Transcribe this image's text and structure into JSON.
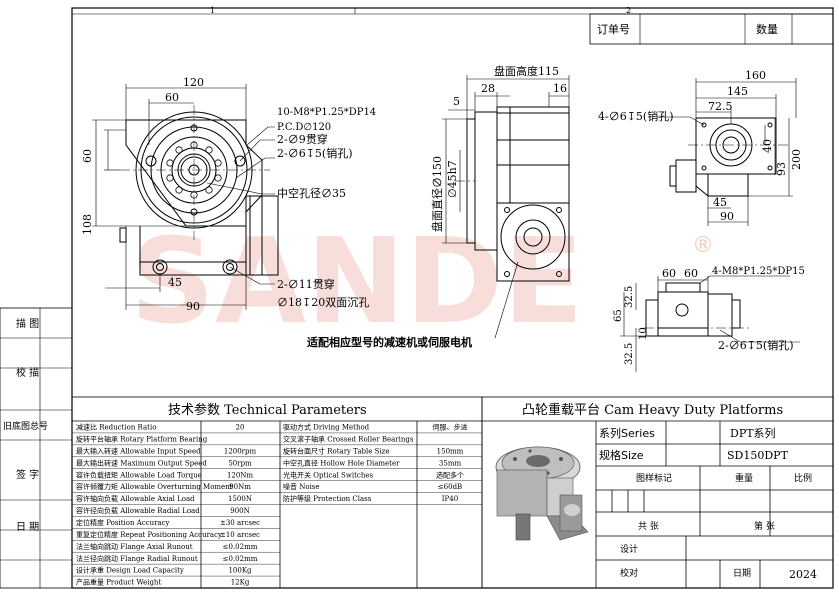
{
  "frame": {
    "col_numbers": [
      "1",
      "2"
    ],
    "top_header": {
      "order_no": "订单号",
      "qty": "数量"
    },
    "side_labels": [
      "描 图",
      "校 描",
      "旧底图总号",
      "签 字",
      "日 期"
    ]
  },
  "watermark": "SANDE",
  "front_view": {
    "dims": [
      "120",
      "60",
      "60",
      "108",
      "45",
      "90"
    ],
    "notes": [
      "2-∅9贯穿",
      "10-M8*P1.25*DP14",
      "P.C.D∅120",
      "2-∅6↧5(销孔)",
      "中空孔径∅35",
      "2-∅11贯穿",
      "∅18↧20双面沉孔"
    ]
  },
  "side_view": {
    "dims": [
      "盘面高度115",
      "5",
      "28",
      "16",
      "盘面直径∅150",
      "∅45h7"
    ]
  },
  "right_view": {
    "dims": [
      "160",
      "145",
      "72.5",
      "4-∅6↧5(销孔)",
      "40",
      "93",
      "200",
      "45",
      "90"
    ]
  },
  "bottom_right_view": {
    "dims": [
      "60",
      "60",
      "4-M8*P1.25*DP15",
      "32.5",
      "65",
      "10",
      "32.5",
      "2-∅6↧5(销孔)"
    ]
  },
  "motor_note": "适配相应型号的减速机或伺服电机",
  "tech_params": {
    "title": "技术参数  Technical Parameters",
    "left_rows": [
      {
        "label": "减速比 Reduction Ratio",
        "value": "20"
      },
      {
        "label": "旋转平台轴承 Rotary Platform Bearing",
        "value": ""
      },
      {
        "label": "最大输入转速 Allowable Input Speed",
        "value": "1200rpm"
      },
      {
        "label": "最大输出转速 Maximum Output Speed",
        "value": "50rpm"
      },
      {
        "label": "容许负载扭矩 Allowable Load Torque",
        "value": "120Nm"
      },
      {
        "label": "容许倾覆力矩 Allowable Overturning Moment",
        "value": "90Nm"
      },
      {
        "label": "容许轴向负载 Allowable Axial Load",
        "value": "1500N"
      },
      {
        "label": "容许径向负载 Allowable Radial Load",
        "value": "900N"
      },
      {
        "label": "定位精度 Position Accuracy",
        "value": "±30 arcsec"
      },
      {
        "label": "重复定位精度 Repeat Positioning Accuracy",
        "value": "±10 arcsec"
      },
      {
        "label": "法兰轴向跳动 Flange Axial Runout",
        "value": "≤0.02mm"
      },
      {
        "label": "法兰径向跳动 Flange Radial Runout",
        "value": "≤0.02mm"
      },
      {
        "label": "设计承重 Design Load Capacity",
        "value": "100Kg"
      },
      {
        "label": "产品重量 Product Weight",
        "value": "12Kg"
      }
    ],
    "right_rows": [
      {
        "label": "驱动方式 Driving Method",
        "value": "伺服、步进"
      },
      {
        "label": "交叉滚子轴承 Crossed Roller Bearings",
        "value": ""
      },
      {
        "label": "旋转台面尺寸 Rotary Table Size",
        "value": "150mm"
      },
      {
        "label": "中空孔直径 Hollow Hole Diameter",
        "value": "35mm"
      },
      {
        "label": "光电开关 Optical Switches",
        "value": "选配多个"
      },
      {
        "label": "噪音 Noise",
        "value": "≤60dB"
      },
      {
        "label": "防护等级 Protection Class",
        "value": "IP40"
      }
    ]
  },
  "title_block": {
    "title": "凸轮重载平台 Cam Heavy Duty Platforms",
    "series_label": "系列Series",
    "series_value": "DPT系列",
    "model_label": "规格Size",
    "model_value": "SD150DPT",
    "cols": [
      "图样标记",
      "重量",
      "比例"
    ],
    "total_sheets": "共  张",
    "sheet_no": "第  张",
    "design": "设计",
    "check": "校对",
    "date_label": "日期",
    "year": "2024"
  },
  "colors": {
    "line": "#000000",
    "watermark": "#f3c9c2"
  }
}
